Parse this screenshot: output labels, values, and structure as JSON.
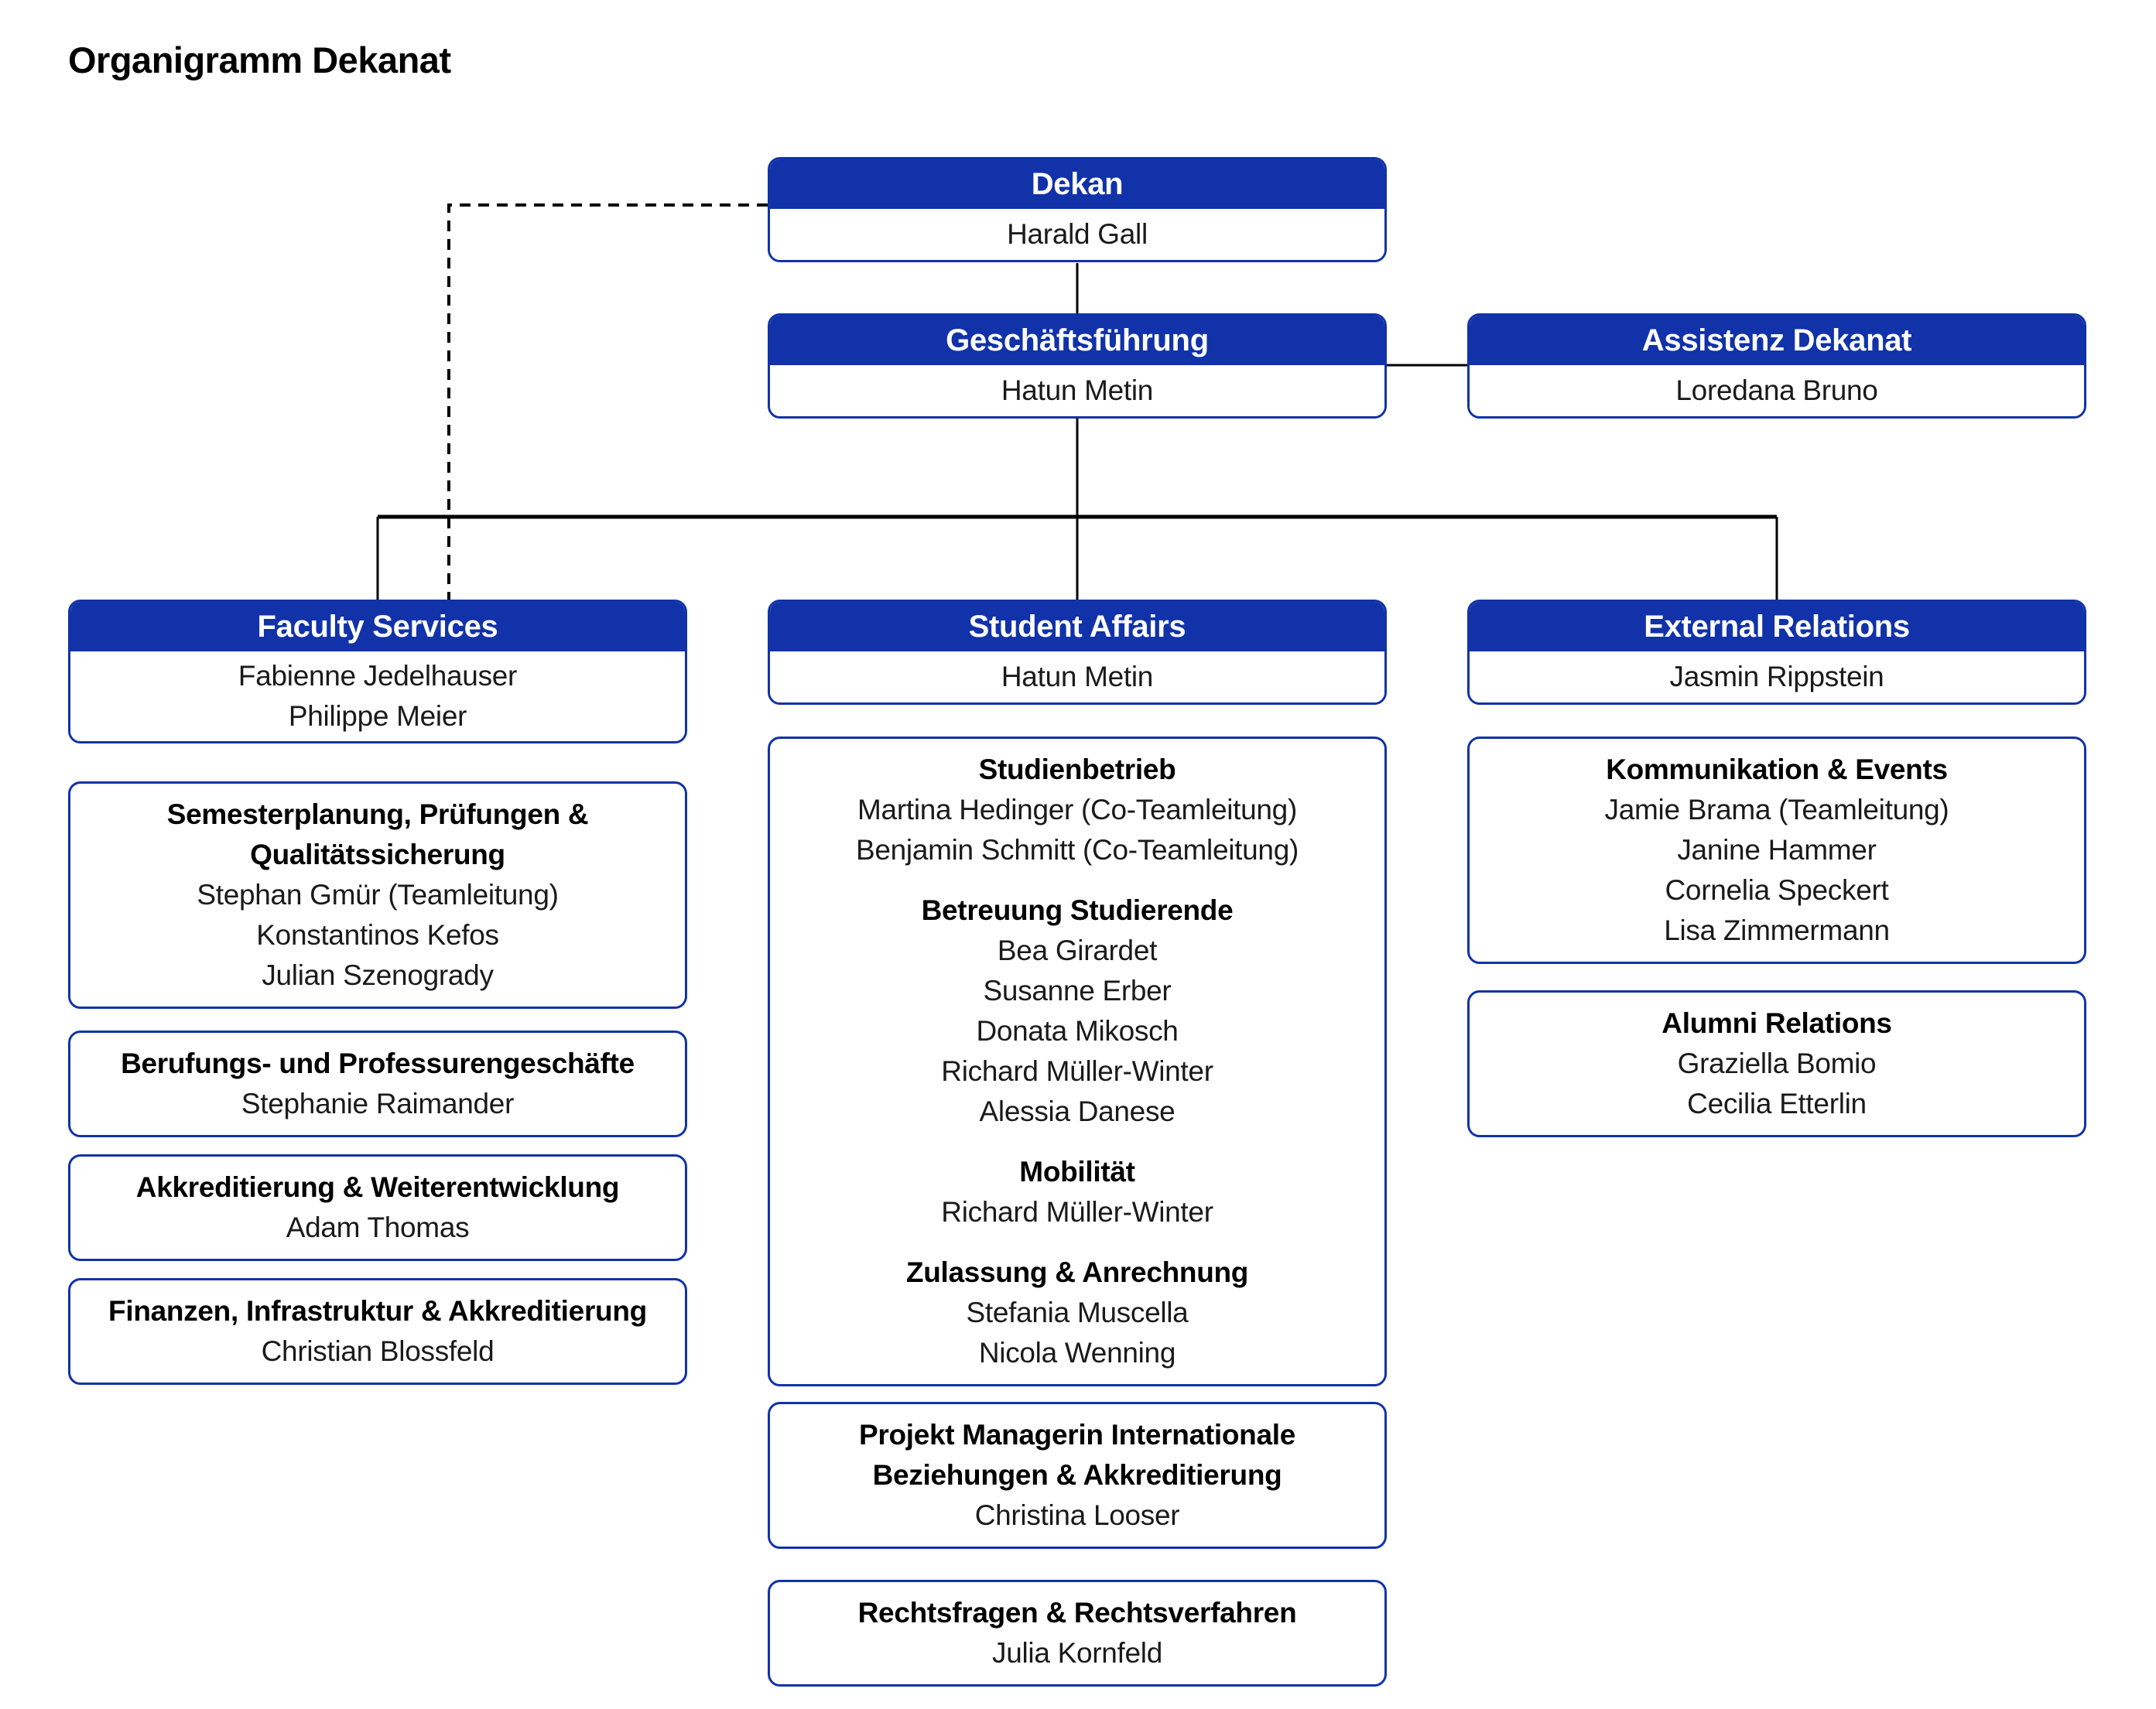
{
  "page_title": "Organigramm Dekanat",
  "colors": {
    "blue": "#1132a8",
    "line": "#000000",
    "text": "#1a1a1a"
  },
  "nodes": {
    "dekan": {
      "title": "Dekan",
      "members": [
        "Harald Gall"
      ]
    },
    "geschaeftsfuehrung": {
      "title": "Geschäftsführung",
      "members": [
        "Hatun Metin"
      ]
    },
    "assistenz_dekanat": {
      "title": "Assistenz Dekanat",
      "members": [
        "Loredana Bruno"
      ]
    },
    "faculty_services": {
      "title": "Faculty Services",
      "members": [
        "Fabienne Jedelhauser",
        "Philippe Meier"
      ]
    },
    "student_affairs": {
      "title": "Student Affairs",
      "members": [
        "Hatun Metin"
      ]
    },
    "external_relations": {
      "title": "External Relations",
      "members": [
        "Jasmin Rippstein"
      ]
    }
  },
  "faculty_subboxes": [
    {
      "sections": [
        {
          "heading": "Semesterplanung, Prüfungen & Qualitätssicherung",
          "members": [
            "Stephan Gmür (Teamleitung)",
            "Konstantinos Kefos",
            "Julian Szenogrady"
          ]
        }
      ]
    },
    {
      "sections": [
        {
          "heading": "Berufungs- und Professurengeschäfte",
          "members": [
            "Stephanie Raimander"
          ]
        }
      ]
    },
    {
      "sections": [
        {
          "heading": "Akkreditierung & Weiterentwicklung",
          "members": [
            "Adam Thomas"
          ]
        }
      ]
    },
    {
      "sections": [
        {
          "heading": "Finanzen, Infrastruktur & Akkreditierung",
          "members": [
            "Christian Blossfeld"
          ]
        }
      ]
    }
  ],
  "student_subboxes": [
    {
      "sections": [
        {
          "heading": "Studienbetrieb",
          "members": [
            "Martina Hedinger (Co-Teamleitung)",
            "Benjamin Schmitt (Co-Teamleitung)"
          ]
        },
        {
          "heading": "Betreuung Studierende",
          "members": [
            "Bea Girardet",
            "Susanne Erber",
            "Donata Mikosch",
            "Richard Müller-Winter",
            "Alessia Danese"
          ]
        },
        {
          "heading": "Mobilität",
          "members": [
            "Richard Müller-Winter"
          ]
        },
        {
          "heading": "Zulassung & Anrechnung",
          "members": [
            "Stefania Muscella",
            "Nicola Wenning"
          ]
        }
      ]
    },
    {
      "sections": [
        {
          "heading": "Projekt Managerin Internationale Beziehungen & Akkreditierung",
          "members": [
            "Christina Looser"
          ]
        }
      ]
    },
    {
      "sections": [
        {
          "heading": "Rechtsfragen & Rechtsverfahren",
          "members": [
            "Julia Kornfeld"
          ]
        }
      ]
    }
  ],
  "external_subboxes": [
    {
      "sections": [
        {
          "heading": "Kommunikation & Events",
          "members": [
            "Jamie Brama (Teamleitung)",
            "Janine Hammer",
            "Cornelia Speckert",
            "Lisa Zimmermann"
          ]
        }
      ]
    },
    {
      "sections": [
        {
          "heading": "Alumni Relations",
          "members": [
            "Graziella Bomio",
            "Cecilia Etterlin"
          ]
        }
      ]
    }
  ]
}
